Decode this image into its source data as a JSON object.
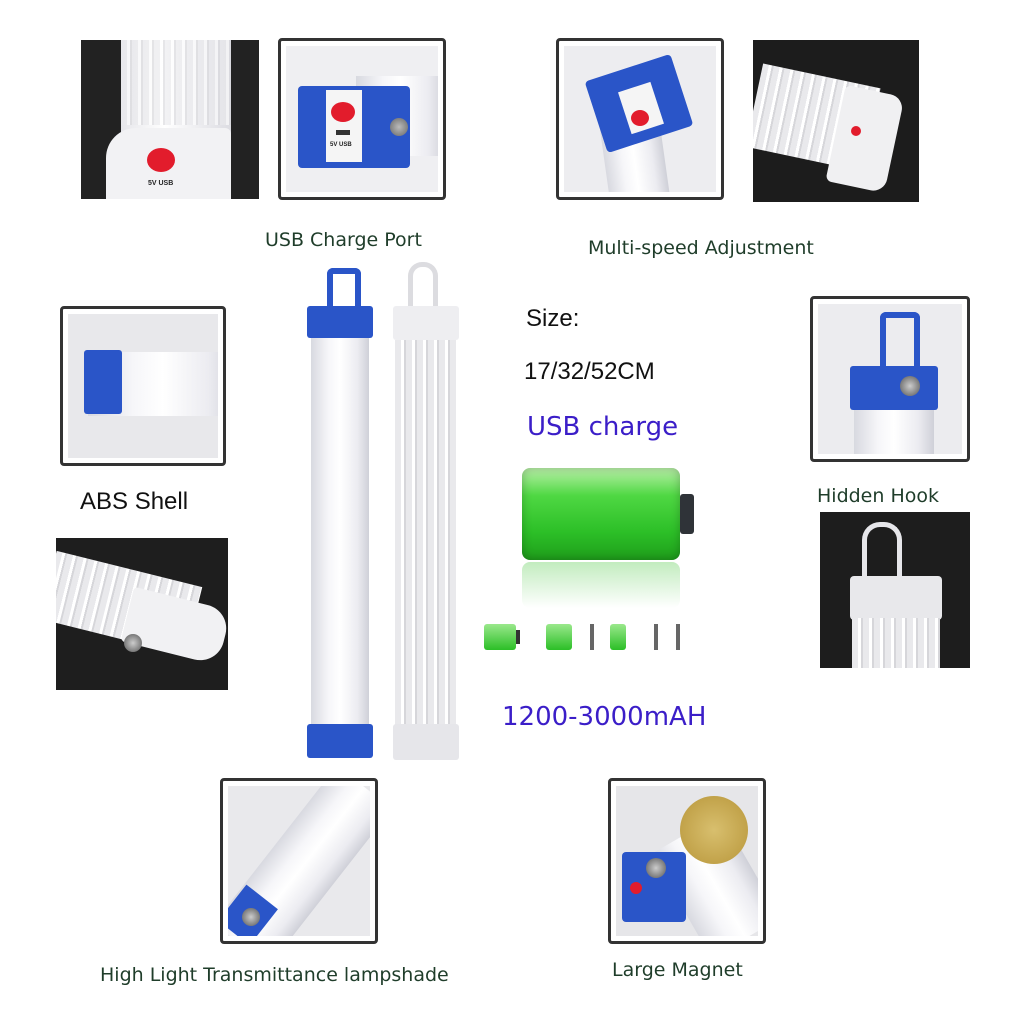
{
  "captions": {
    "usb_port": "USB Charge Port",
    "multi_speed": "Multi-speed Adjustment",
    "abs_shell": "ABS Shell",
    "hidden_hook": "Hidden Hook",
    "lampshade": "High Light Transmittance lampshade",
    "magnet": "Large Magnet"
  },
  "specs": {
    "size_label": "Size:",
    "size_value": "17/32/52CM",
    "charge_label": "USB charge",
    "capacity": "1200-3000mAH"
  },
  "colors": {
    "accent_blue": "#2a55c8",
    "text_purple": "#3b1ec8",
    "battery_green": "#3fd13a"
  }
}
